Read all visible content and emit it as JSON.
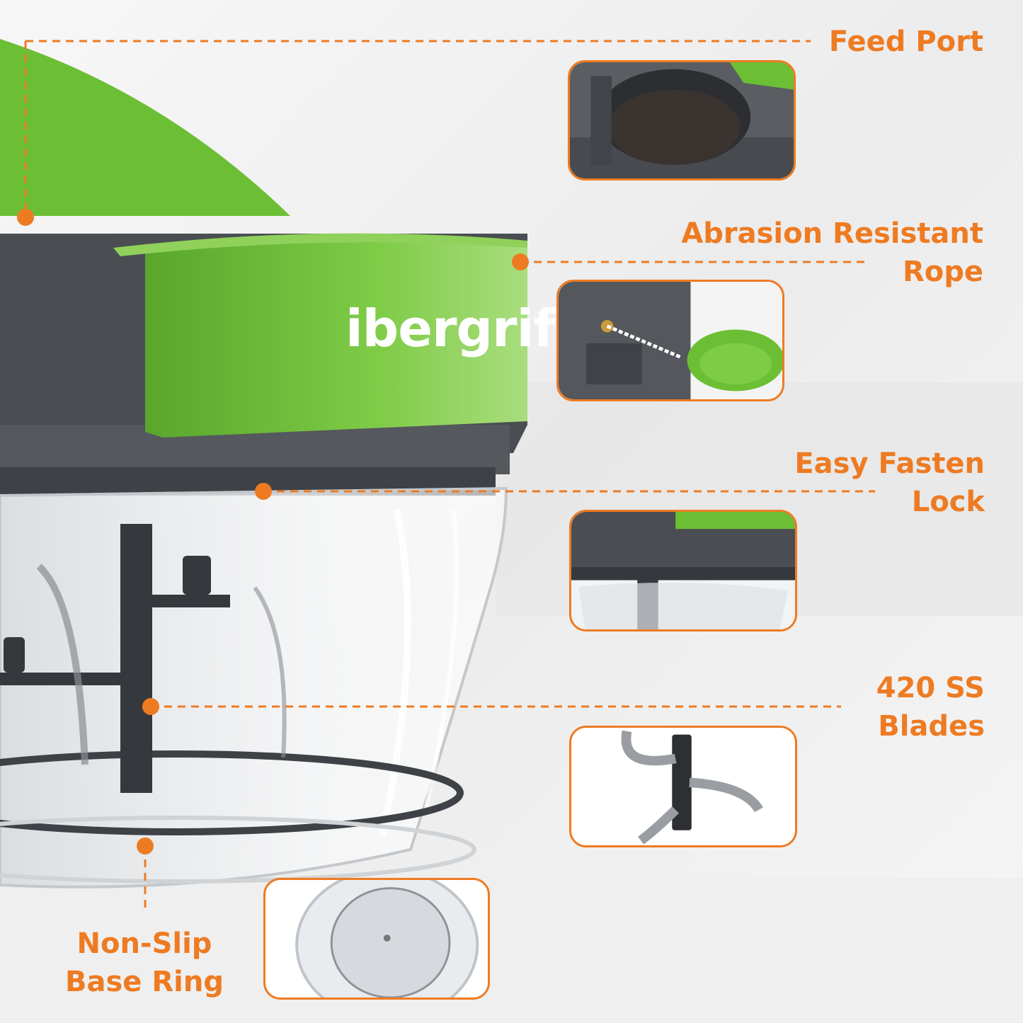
{
  "brand": "ibergrif",
  "colors": {
    "accent": "#ee7b22",
    "lid_green": "#6fbf3a",
    "body_dark": "#4a4d52",
    "background": "#f2f2f2"
  },
  "features": [
    {
      "line1": "Feed Port",
      "line2": ""
    },
    {
      "line1": "Abrasion Resistant",
      "line2": "Rope"
    },
    {
      "line1": "Easy Fasten",
      "line2": "Lock"
    },
    {
      "line1": "420 SS",
      "line2": "Blades"
    },
    {
      "line1": "Non-Slip",
      "line2": "Base Ring"
    }
  ]
}
